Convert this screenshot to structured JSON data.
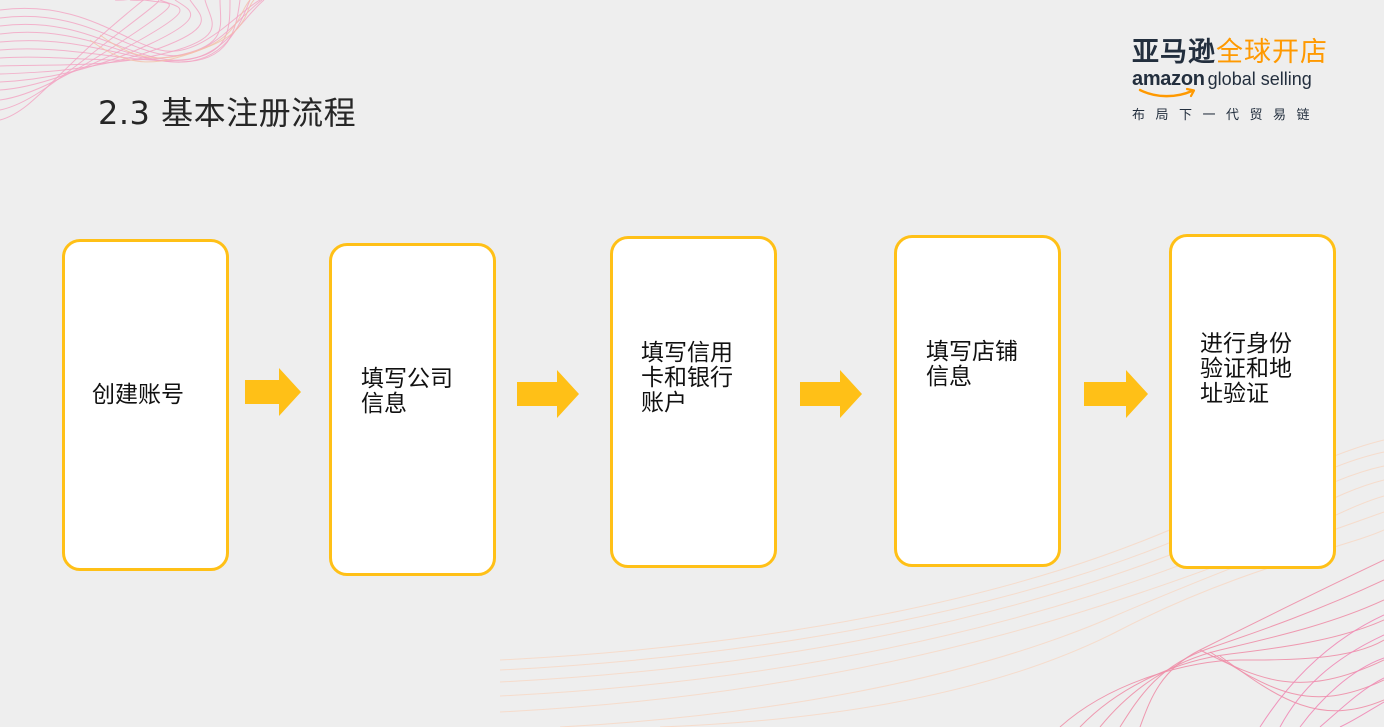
{
  "slide": {
    "title": "2.3 基本注册流程",
    "background_color": "#eeeeee"
  },
  "logo": {
    "cn_brand": "亚马逊",
    "cn_program": "全球开店",
    "en_brand": "amazon",
    "en_program": "global selling",
    "tagline": "布局下一代贸易链",
    "colors": {
      "dark": "#232f3e",
      "orange": "#ff9900"
    }
  },
  "flow": {
    "accent_color": "#ffc017",
    "steps": [
      {
        "label": "创建账号"
      },
      {
        "label": "填写公司信息"
      },
      {
        "label": "填写信用卡和银行账户"
      },
      {
        "label": "填写店铺信息"
      },
      {
        "label": "进行身份验证和地址验证"
      }
    ],
    "arrow_count": 4
  }
}
